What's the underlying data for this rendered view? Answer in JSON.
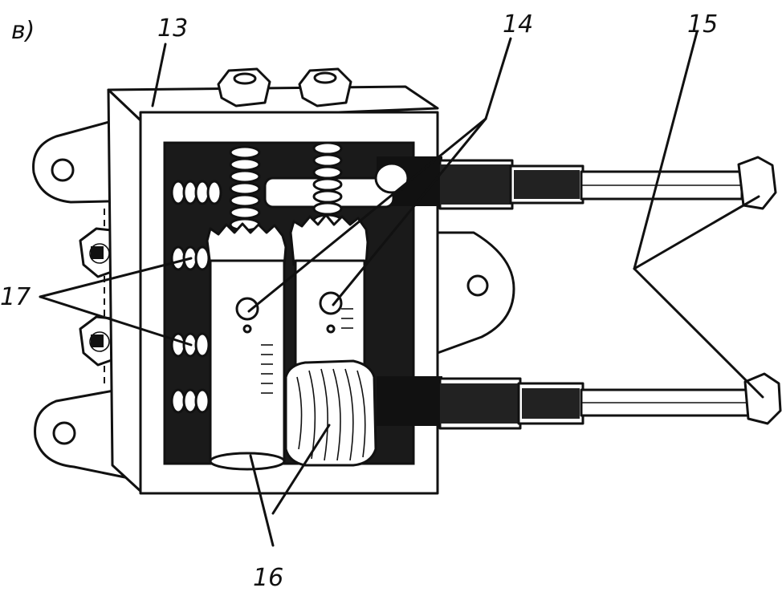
{
  "figure": {
    "panel_label": "в)",
    "callouts": {
      "housing": "13",
      "spindles": "14",
      "bolts": "15",
      "gears": "16",
      "springs": "17"
    }
  }
}
